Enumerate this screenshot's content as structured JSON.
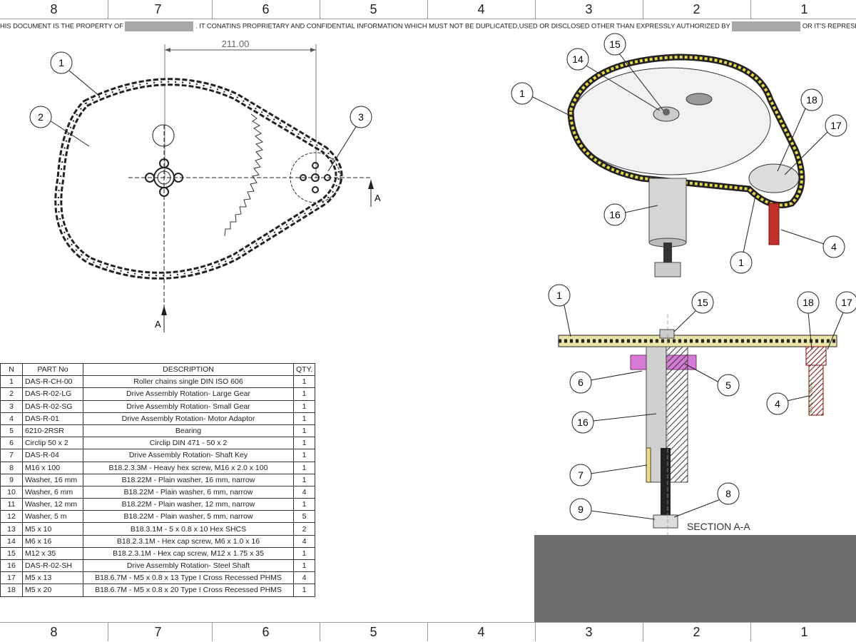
{
  "zones": [
    "8",
    "7",
    "6",
    "5",
    "4",
    "3",
    "2",
    "1"
  ],
  "notice": {
    "part1": "HIS DOCUMENT IS THE  PROPERTY OF",
    "part2": ". IT CONATINS PROPRIETARY AND CONFIDENTIAL INFORMATION WHICH MUST NOT BE DUPLICATED,USED OR DISCLOSED OTHER  THAN EXPRESSLY AUTHORIZED BY",
    "part3": "OR IT'S REPRESENTATIVE"
  },
  "front_view": {
    "dimension": "211.00",
    "section_label": "A",
    "balloons": [
      "1",
      "2",
      "3"
    ]
  },
  "iso_view": {
    "balloons": [
      "14",
      "15",
      "1",
      "18",
      "17",
      "16",
      "1",
      "4"
    ]
  },
  "section_view": {
    "title": "SECTION A-A",
    "balloons": [
      "1",
      "15",
      "18",
      "17",
      "6",
      "5",
      "4",
      "16",
      "7",
      "8",
      "9"
    ]
  },
  "bom": {
    "headers": [
      "N",
      "PART No",
      "DESCRIPTION",
      "QTY."
    ],
    "rows": [
      {
        "n": "1",
        "part": "DAS-R-CH-00",
        "desc": "Roller chains single DIN ISO 606",
        "qty": "1"
      },
      {
        "n": "2",
        "part": "DAS-R-02-LG",
        "desc": "Drive Assembly Rotation- Large Gear",
        "qty": "1"
      },
      {
        "n": "3",
        "part": "DAS-R-02-SG",
        "desc": "Drive Assembly Rotation- Small Gear",
        "qty": "1"
      },
      {
        "n": "4",
        "part": "DAS-R-01",
        "desc": "Drive Assembly Rotation- Motor Adaptor",
        "qty": "1"
      },
      {
        "n": "5",
        "part": "6210-2RSR",
        "desc": "Bearing",
        "qty": "1"
      },
      {
        "n": "6",
        "part": "Circlip 50 x 2",
        "desc": "Circlip DIN 471 - 50 x 2",
        "qty": "1"
      },
      {
        "n": "7",
        "part": "DAS-R-04",
        "desc": "Drive Assembly Rotation- Shaft Key",
        "qty": "1"
      },
      {
        "n": "8",
        "part": "M16 x 100",
        "desc": "B18.2.3.3M - Heavy hex screw, M16 x 2.0 x 100",
        "qty": "1"
      },
      {
        "n": "9",
        "part": "Washer, 16 mm",
        "desc": "B18.22M - Plain washer, 16 mm, narrow",
        "qty": "1"
      },
      {
        "n": "10",
        "part": "Washer, 6 mm",
        "desc": "B18.22M - Plain washer, 6 mm, narrow",
        "qty": "4"
      },
      {
        "n": "11",
        "part": "Washer, 12 mm",
        "desc": "B18.22M - Plain washer, 12 mm, narrow",
        "qty": "1"
      },
      {
        "n": "12",
        "part": "Washer, 5 m",
        "desc": "B18.22M - Plain washer, 5 mm, narrow",
        "qty": "5"
      },
      {
        "n": "13",
        "part": "M5 x 10",
        "desc": "B18.3.1M - 5 x 0.8 x 10 Hex SHCS",
        "qty": "2"
      },
      {
        "n": "14",
        "part": "M6 x 16",
        "desc": "B18.2.3.1M - Hex cap screw, M6 x 1.0 x 16",
        "qty": "4"
      },
      {
        "n": "15",
        "part": "M12 x 35",
        "desc": "B18.2.3.1M - Hex cap screw, M12 x 1.75 x 35",
        "qty": "1"
      },
      {
        "n": "16",
        "part": "DAS-R-02-SH",
        "desc": "Drive Assembly Rotation- Steel Shaft",
        "qty": "1"
      },
      {
        "n": "17",
        "part": "M5 x 13",
        "desc": "B18.6.7M - M5 x 0.8 x 13 Type I Cross Recessed PHMS",
        "qty": "4"
      },
      {
        "n": "18",
        "part": "M5 x 20",
        "desc": "B18.6.7M - M5 x 0.8 x 20 Type I Cross Recessed PHMS",
        "qty": "1"
      }
    ]
  }
}
